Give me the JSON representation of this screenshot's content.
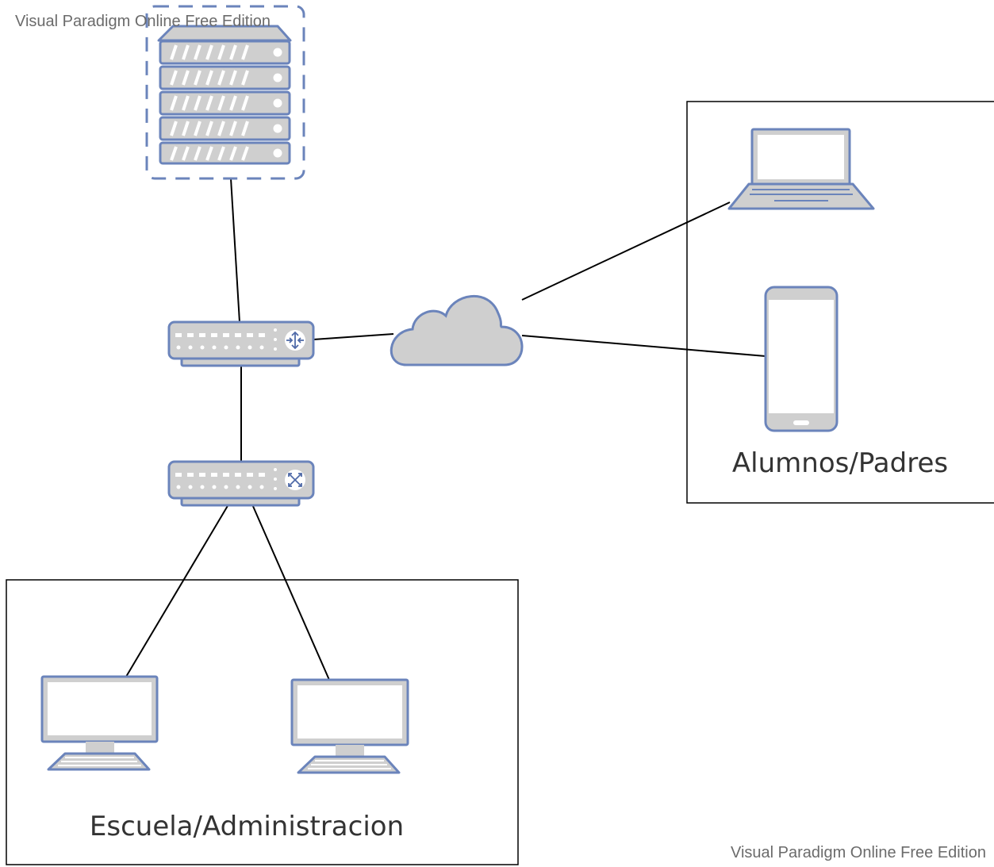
{
  "watermarks": {
    "top": "Visual Paradigm Online Free Edition",
    "bottom": "Visual Paradigm Online Free Edition"
  },
  "groups": {
    "school": {
      "label": "Escuela/Administracion"
    },
    "clients": {
      "label": "Alumnos/Padres"
    }
  },
  "devices": {
    "server": "server-rack-icon",
    "router": "router-icon",
    "switch": "switch-icon",
    "cloud": "cloud-icon",
    "laptop": "laptop-icon",
    "phone": "smartphone-icon",
    "desktop_1": "desktop-computer-icon",
    "desktop_2": "desktop-computer-icon"
  },
  "colors": {
    "device_fill": "#cfcfcf",
    "device_outline": "#6b84bb",
    "connector": "#000000",
    "frame": "#000000"
  }
}
